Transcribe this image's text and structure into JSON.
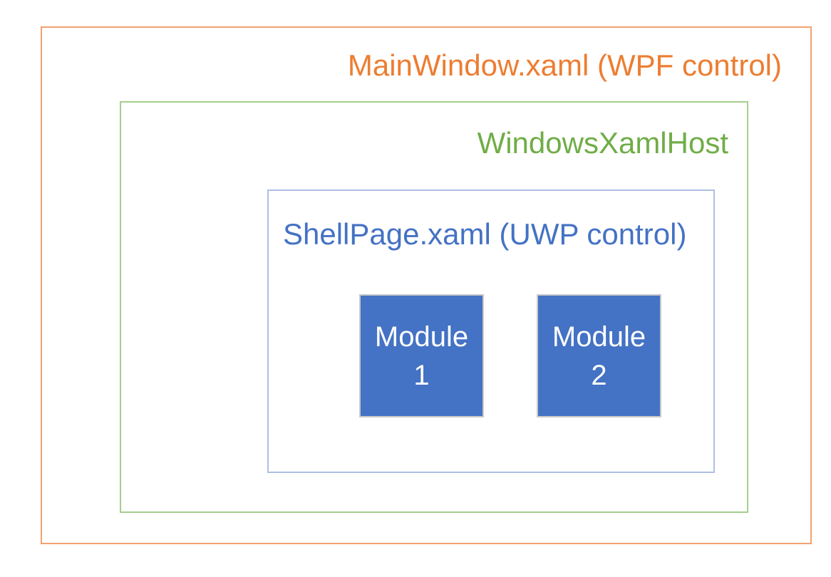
{
  "diagram": {
    "mainwindow": {
      "label": "MainWindow.xaml (WPF control)",
      "text_color": "#ED7D31",
      "border_color": "#F2A16E"
    },
    "windowsxamlhost": {
      "label": "WindowsXamlHost",
      "text_color": "#70AD47",
      "border_color": "#A5CE8D"
    },
    "shellpage": {
      "label": "ShellPage.xaml (UWP control)",
      "text_color": "#4472C4",
      "border_color": "#AEBFE4"
    },
    "modules": [
      {
        "name": "Module",
        "number": "1"
      },
      {
        "name": "Module",
        "number": "2"
      }
    ],
    "module_style": {
      "fill_color": "#4472C4",
      "border_color": "#C9C9C9",
      "text_color": "#FFFFFF"
    },
    "background_color": "#FFFFFF"
  }
}
